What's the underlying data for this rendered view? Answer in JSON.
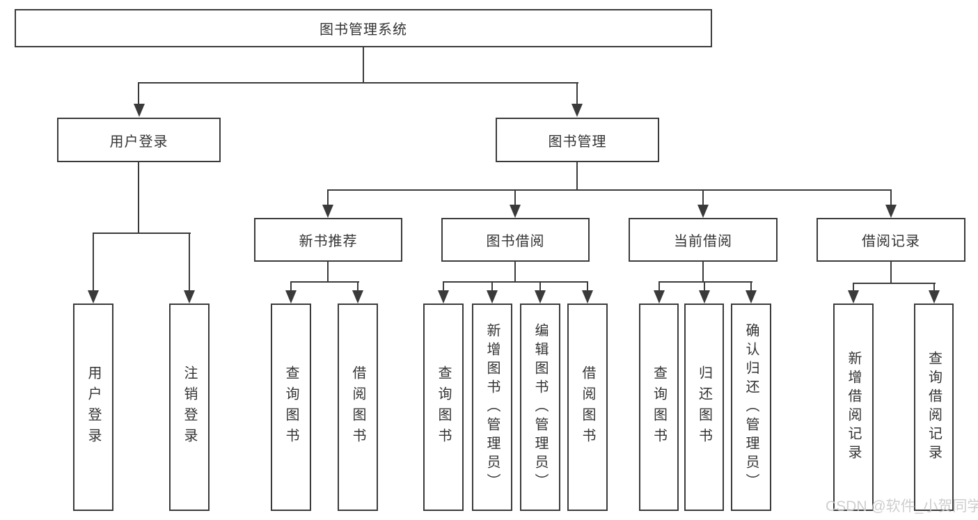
{
  "diagram": {
    "title": "图书管理系统",
    "login": {
      "label": "用户登录",
      "children": [
        "用户登录",
        "注销登录"
      ]
    },
    "management": {
      "label": "图书管理",
      "sections": [
        {
          "label": "新书推荐",
          "children": [
            "查询图书",
            "借阅图书"
          ]
        },
        {
          "label": "图书借阅",
          "children": [
            "查询图书",
            "新增图书（管理员）",
            "编辑图书（管理员）",
            "借阅图书"
          ]
        },
        {
          "label": "当前借阅",
          "children": [
            "查询图书",
            "归还图书",
            "确认归还（管理员）"
          ]
        },
        {
          "label": "借阅记录",
          "children": [
            "新增借阅记录",
            "查询借阅记录"
          ]
        }
      ]
    }
  },
  "watermark": "CSDN @软件_小贺同学",
  "colors": {
    "line": "#3a3a3a",
    "text": "#333333",
    "watermark": "#c9c9c9",
    "background": "#ffffff"
  }
}
